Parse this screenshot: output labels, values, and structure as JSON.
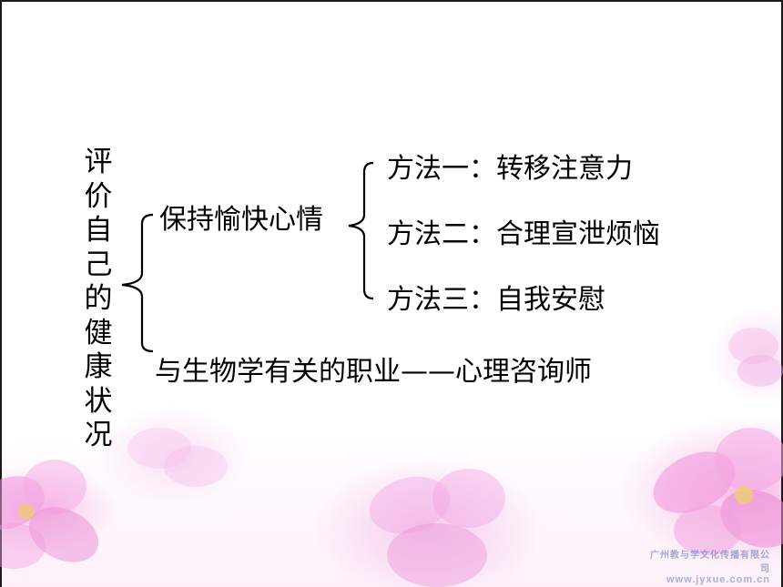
{
  "title_chars": [
    "评",
    "价",
    "自",
    "己",
    "的",
    "健",
    "康",
    "状",
    "况"
  ],
  "branches": {
    "keep_happy": "保持愉快心情",
    "methods": [
      "方法一：转移注意力",
      "方法二：合理宣泄烦恼",
      "方法三：自我安慰"
    ],
    "career": "与生物学有关的职业——心理咨询师"
  },
  "watermark": {
    "line1": "广州教与学文化传播有限公司",
    "line2": "www.jyxue.com.cn"
  },
  "colors": {
    "text": "#000000",
    "flower_pink": "#f2a6de",
    "watermark": "#5a6eaa"
  }
}
